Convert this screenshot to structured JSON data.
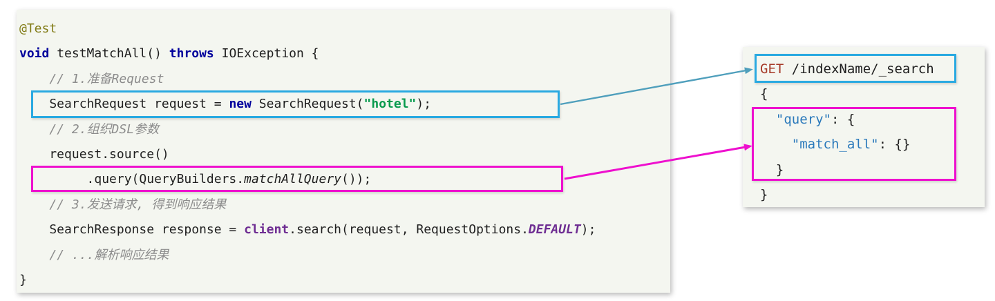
{
  "colors": {
    "page_bg": "#ffffff",
    "panel_bg": "#f4f6f0",
    "highlight_cyan": "#29a9e1",
    "highlight_magenta": "#ee10ce",
    "arrow_cyan": "#4f9fbc",
    "arrow_magenta": "#ee10ce",
    "code_text": "#1f1f1f",
    "comment_gray": "#8c8c8c",
    "annotation_olive": "#827c17",
    "keyword_navy": "#00009c",
    "string_green": "#089a4d",
    "field_purple": "#6e2d92",
    "http_method_red": "#a63a28",
    "json_key_blue": "#2a79bb"
  },
  "left_panel": {
    "description": "Java RestHighLevelClient match_all test method",
    "lines": [
      {
        "name": "line-annotation",
        "tokens": [
          {
            "t": "@Test",
            "c": "ann"
          }
        ]
      },
      {
        "name": "line-method-signature",
        "tokens": [
          {
            "t": "void",
            "c": "kw"
          },
          {
            "t": " testMatchAll() ",
            "c": "plain"
          },
          {
            "t": "throws",
            "c": "kw"
          },
          {
            "t": " IOException {",
            "c": "plain"
          }
        ]
      },
      {
        "name": "line-comment-prepare-request",
        "tokens": [
          {
            "t": "    ",
            "c": "plain"
          },
          {
            "t": "// 1.准备Request",
            "c": "comment"
          }
        ]
      },
      {
        "name": "line-search-request",
        "highlight": "cyan",
        "tokens": [
          {
            "t": "    SearchRequest request = ",
            "c": "plain"
          },
          {
            "t": "new",
            "c": "kw"
          },
          {
            "t": " SearchRequest(",
            "c": "plain"
          },
          {
            "t": "\"hotel\"",
            "c": "str"
          },
          {
            "t": ");",
            "c": "plain"
          }
        ]
      },
      {
        "name": "line-comment-dsl-params",
        "tokens": [
          {
            "t": "    ",
            "c": "plain"
          },
          {
            "t": "// 2.组织DSL参数",
            "c": "comment"
          }
        ]
      },
      {
        "name": "line-request-source",
        "tokens": [
          {
            "t": "    request.source()",
            "c": "plain"
          }
        ]
      },
      {
        "name": "line-query-builder",
        "highlight": "magenta",
        "tokens": [
          {
            "t": "         .query(QueryBuilders.",
            "c": "plain"
          },
          {
            "t": "matchAllQuery",
            "c": "staticm"
          },
          {
            "t": "());",
            "c": "plain"
          }
        ]
      },
      {
        "name": "line-comment-send-request",
        "tokens": [
          {
            "t": "    ",
            "c": "plain"
          },
          {
            "t": "// 3.发送请求, 得到响应结果",
            "c": "comment"
          }
        ]
      },
      {
        "name": "line-search-response",
        "tokens": [
          {
            "t": "    SearchResponse response = ",
            "c": "plain"
          },
          {
            "t": "client",
            "c": "field"
          },
          {
            "t": ".search(request, RequestOptions.",
            "c": "plain"
          },
          {
            "t": "DEFAULT",
            "c": "const"
          },
          {
            "t": ");",
            "c": "plain"
          }
        ]
      },
      {
        "name": "line-comment-parse-response",
        "tokens": [
          {
            "t": "    ",
            "c": "plain"
          },
          {
            "t": "// ...解析响应结果",
            "c": "comment"
          }
        ]
      },
      {
        "name": "line-closing-brace",
        "tokens": [
          {
            "t": "}",
            "c": "plain"
          }
        ]
      }
    ]
  },
  "right_panel": {
    "description": "Elasticsearch match_all DSL request",
    "lines": [
      {
        "name": "line-get-request",
        "highlight": "cyan",
        "tokens": [
          {
            "t": "GET",
            "c": "get"
          },
          {
            "t": " /indexName/_search",
            "c": "plain"
          }
        ]
      },
      {
        "name": "line-open-brace",
        "tokens": [
          {
            "t": "{",
            "c": "plain"
          }
        ]
      },
      {
        "name": "line-query-key",
        "highlight": "magenta",
        "tokens": [
          {
            "t": "  ",
            "c": "plain"
          },
          {
            "t": "\"query\"",
            "c": "key"
          },
          {
            "t": ": {",
            "c": "plain"
          }
        ]
      },
      {
        "name": "line-match-all-key",
        "highlight": "magenta",
        "tokens": [
          {
            "t": "    ",
            "c": "plain"
          },
          {
            "t": "\"match_all\"",
            "c": "key"
          },
          {
            "t": ": {}",
            "c": "plain"
          }
        ]
      },
      {
        "name": "line-query-close-brace",
        "highlight": "magenta",
        "tokens": [
          {
            "t": "  }",
            "c": "plain"
          }
        ]
      },
      {
        "name": "line-outer-close-brace",
        "tokens": [
          {
            "t": "}",
            "c": "plain"
          }
        ]
      }
    ]
  },
  "arrows": [
    {
      "name": "request-arrow",
      "from": "line-search-request",
      "to": "line-get-request",
      "color_key": "arrow_cyan"
    },
    {
      "name": "query-arrow",
      "from": "line-query-builder",
      "to": "dsl-query-block",
      "color_key": "arrow_magenta"
    }
  ]
}
